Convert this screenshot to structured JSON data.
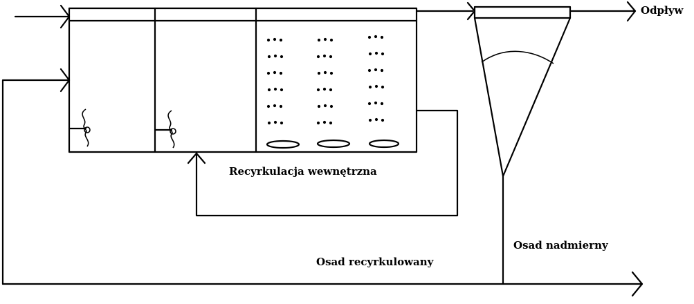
{
  "labels": {
    "outflow": "Odpływ",
    "internal_recirculation": "Recyrkulacja wewnętrzna",
    "excess_sludge": "Osad nadmierny",
    "recirculated_sludge": "Osad recyrkulowany"
  },
  "tank": {
    "chambers": 3,
    "aerated_chamber_diffusers": 3
  }
}
